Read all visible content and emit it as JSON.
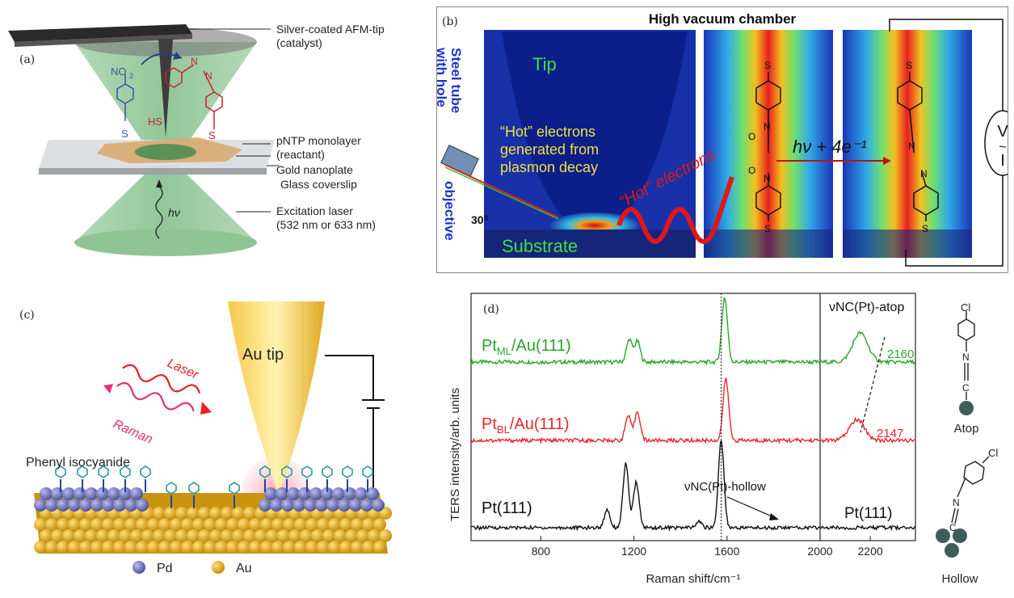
{
  "panel_a": {
    "label": "(a)",
    "callouts": {
      "tip_line1": "Silver-coated AFM-tip",
      "tip_line2": "(catalyst)",
      "mono_line1": "pNTP monolayer",
      "mono_line2": "(reactant)",
      "nanoplate": "Gold nanoplate",
      "coverslip": "Glass coverslip",
      "laser_line1": "Excitation laser",
      "laser_line2": "(532 nm or 633 nm)"
    },
    "molecule": {
      "no2": "NO",
      "no2_sub": "2",
      "s_left": "S",
      "hs": "HS",
      "s_right": "S",
      "n1": "N",
      "n2": "N"
    },
    "photon": "hν"
  },
  "panel_b": {
    "label": "(b)",
    "title": "High vacuum chamber",
    "steel_tube": "Steel tube",
    "with_hole": "with hole",
    "objective": "objective",
    "tip": "Tip",
    "hot_line1": "“Hot” electrons",
    "hot_line2": "generated from",
    "hot_line3": "plasmon decay",
    "hot_wave": "“Hot” electrons",
    "angle": "30⁰",
    "substrate": "Substrate",
    "reaction": "hν + 4e⁻¹",
    "voltage_v": "V",
    "voltage_i": "I",
    "mol_s": "S",
    "mol_n": "N",
    "mol_o": "O"
  },
  "panel_c": {
    "label": "(c)",
    "au_tip": "Au tip",
    "laser": "Laser",
    "raman": "Raman",
    "phenyl": "Phenyl isocyanide",
    "legend_pd": "Pd",
    "legend_au": "Au",
    "colors": {
      "pd": "#6b6fb5",
      "au": "#e3a514"
    }
  },
  "panel_d": {
    "label": "(d)",
    "ylabel": "TERS intensity/arb. units",
    "xlabel": "Raman shift/cm⁻¹",
    "annot_atop": "νNC(Pt)-atop",
    "annot_hollow": "νNC(Pt)-hollow",
    "peak_2160": "2160",
    "peak_2147": "2147",
    "atop": "Atop",
    "hollow": "Hollow",
    "cl": "Cl",
    "n": "N",
    "c": "C"
  },
  "chart_data": {
    "type": "line",
    "xlabel": "Raman shift/cm⁻¹",
    "ylabel": "TERS intensity/arb. units",
    "xlim": [
      500,
      2380
    ],
    "axis_break": 2000,
    "ticks": [
      "800",
      "1200",
      "1600",
      "2000",
      "2200"
    ],
    "tick_values": [
      800,
      1200,
      1600,
      2000,
      2200
    ],
    "series": [
      {
        "name": "PtML/Au(111)",
        "base": "Pt",
        "sub": "ML",
        "suffix": "/Au(111)",
        "color": "#2aa52a",
        "peaks": [
          [
            1180,
            0.35
          ],
          [
            1215,
            0.32
          ],
          [
            1590,
            1.0
          ],
          [
            2160,
            0.45
          ]
        ]
      },
      {
        "name": "PtBL/Au(111)",
        "base": "Pt",
        "sub": "BL",
        "suffix": "/Au(111)",
        "color": "#e8262a",
        "peaks": [
          [
            1175,
            0.38
          ],
          [
            1215,
            0.45
          ],
          [
            1595,
            0.95
          ],
          [
            2147,
            0.32
          ]
        ]
      },
      {
        "name": "Pt(111)",
        "base": "Pt(111)",
        "sub": "",
        "suffix": "",
        "color": "#111111",
        "peaks": [
          [
            1085,
            0.3
          ],
          [
            1165,
            1.05
          ],
          [
            1210,
            0.75
          ],
          [
            1575,
            1.45
          ],
          [
            1480,
            0.1
          ]
        ]
      }
    ],
    "right_label": "Pt(111)",
    "dotted_line_x": 1575
  }
}
